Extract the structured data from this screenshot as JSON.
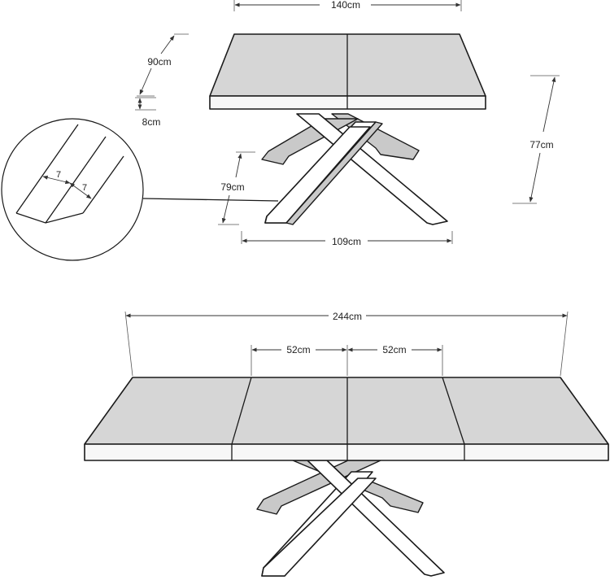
{
  "compact_table": {
    "width_label": "140cm",
    "depth_label": "90cm",
    "thickness_label": "8cm",
    "height_label": "77cm",
    "leg_height_label": "79cm",
    "leg_span_label": "109cm"
  },
  "leg_detail": {
    "left_label": "7",
    "right_label": "7"
  },
  "extended_table": {
    "total_width_label": "244cm",
    "extension_left_label": "52cm",
    "extension_right_label": "52cm"
  }
}
